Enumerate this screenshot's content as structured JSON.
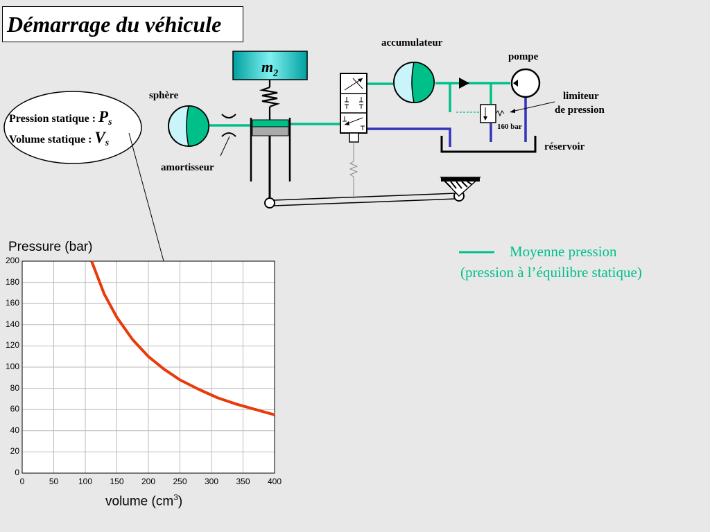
{
  "title": "Démarrage du véhicule",
  "labels": {
    "accumulateur": "accumulateur",
    "pompe": "pompe",
    "sphere": "sphère",
    "limiteur_line1": "limiteur",
    "limiteur_line2": "de pression",
    "pressure_setting": "160 bar",
    "reservoir": "réservoir",
    "amortisseur": "amortisseur",
    "mass_symbol": "m",
    "mass_subscript": "2"
  },
  "bubble": {
    "line1_text": "Pression statique : ",
    "line1_symbol": "P",
    "line1_sub": "s",
    "line2_text": "Volume statique : ",
    "line2_symbol": "V",
    "line2_sub": "s"
  },
  "legend": {
    "line1": "Moyenne pression",
    "line2": "(pression à l’équilibre statique)"
  },
  "colors": {
    "fluid_green": "#00c08a",
    "return_blue": "#3333bb",
    "curve_red": "#e83a0a",
    "sphere_light": "#c8f4fa",
    "mass_teal": "#00b5b5"
  },
  "chart_data": {
    "type": "line",
    "xlabel": "volume (cm³)",
    "ylabel": "Pressure (bar)",
    "xlim": [
      0,
      400
    ],
    "ylim": [
      0,
      200
    ],
    "xticks": [
      0,
      50,
      100,
      150,
      200,
      250,
      300,
      350,
      400
    ],
    "yticks": [
      0,
      20,
      40,
      60,
      80,
      100,
      120,
      140,
      160,
      180,
      200
    ],
    "grid": true,
    "series": [
      {
        "x": [
          110,
          130,
          150,
          175,
          200,
          225,
          250,
          280,
          310,
          340,
          370,
          400
        ],
        "y": [
          200,
          169,
          147,
          126,
          110,
          98,
          88,
          79,
          71,
          65,
          60,
          55
        ]
      }
    ]
  }
}
